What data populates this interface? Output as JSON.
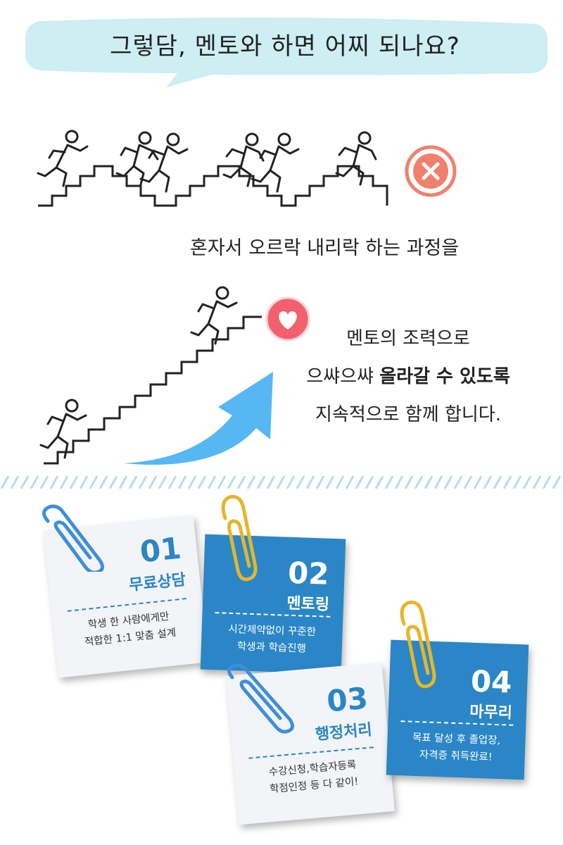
{
  "header": {
    "question": "그렇담, 멘토와 하면 어찌 되나요?"
  },
  "solo": {
    "text": "혼자서 오르락 내리락 하는 과정을",
    "status_icon": "x-circle-icon"
  },
  "mentor": {
    "line1": "멘토의 조력으로",
    "line2_normal": "으쌰으쌰 ",
    "line2_bold": "올라갈 수 있도록",
    "line3": "지속적으로 함께 합니다.",
    "status_icon": "heart-circle-icon"
  },
  "colors": {
    "bubble": "#cdeef2",
    "x_circle": "#f0806c",
    "heart_circle": "#f25f6e",
    "arrow": "#56b7f3",
    "stripe": "#b7dde8",
    "card_blue": "#2a86c6",
    "card_blue_text": "#2a86c6",
    "clip_blue": "#3d8fd8",
    "clip_gold": "#e4b62c"
  },
  "cards": [
    {
      "num": "01",
      "title": "무료상담",
      "desc1": "학생 한 사람에게만",
      "desc2": "적합한 1:1 맞춤 설계"
    },
    {
      "num": "02",
      "title": "멘토링",
      "desc1": "시간제약없이 꾸준한",
      "desc2": "학생과 학습진행"
    },
    {
      "num": "03",
      "title": "행정처리",
      "desc1": "수강신청,학습자등록",
      "desc2": "학점인정 등 다 같이!"
    },
    {
      "num": "04",
      "title": "마무리",
      "desc1": "목표 달성 후 졸업장,",
      "desc2": "자격증 취득완료!"
    }
  ]
}
